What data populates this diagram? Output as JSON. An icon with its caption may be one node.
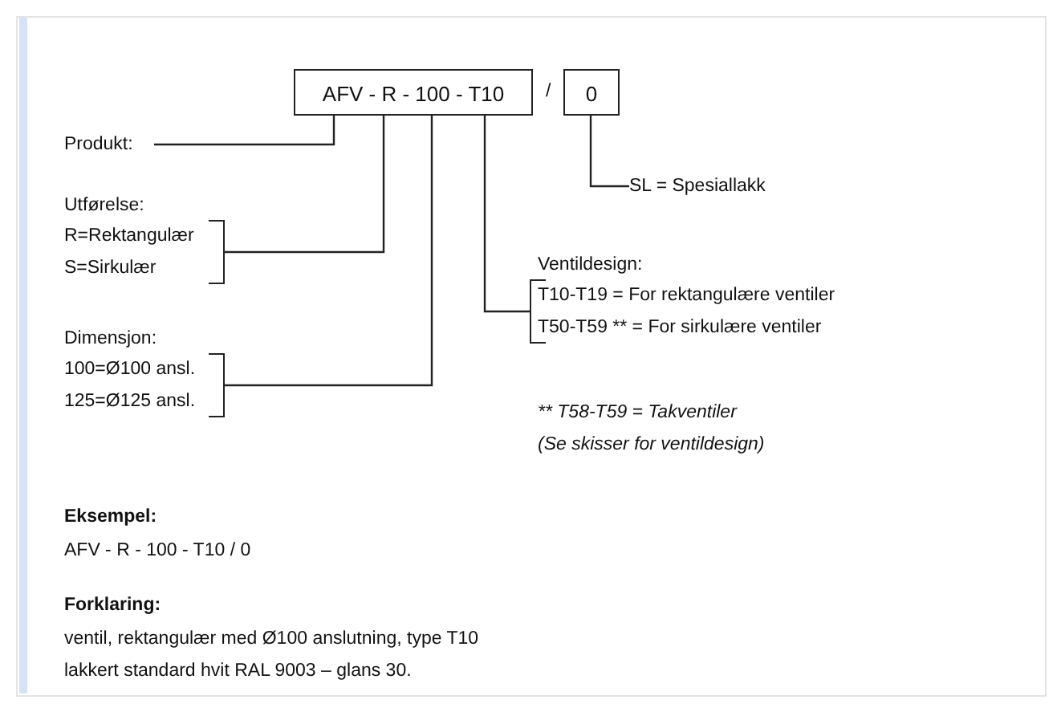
{
  "diagram": {
    "nodes": [
      {
        "text": [
          "AFV - R - 100 - T10"
        ]
      },
      {
        "text": [
          "0"
        ]
      },
      {
        "text": [
          "Produkt:"
        ]
      },
      {
        "text": [
          "Utførelse:",
          "R=Rektangulær",
          "S=Sirkulær"
        ]
      },
      {
        "text": [
          "Dimensjon:",
          "100=Ø100 ansl.",
          "125=Ø125 ansl."
        ]
      },
      {
        "text": [
          "Ventildesign:",
          "T10-T19 = For rektangulære ventiler",
          "T50-T59 ** = For sirkulære ventiler"
        ]
      },
      {
        "text": [
          "SL = Spesiallakk"
        ]
      }
    ],
    "edges": [
      {
        "from": 0,
        "to": 2,
        "arrow": "none"
      },
      {
        "from": 0,
        "to": 3,
        "arrow": "none"
      },
      {
        "from": 0,
        "to": 4,
        "arrow": "none"
      },
      {
        "from": 0,
        "to": 5,
        "arrow": "none"
      },
      {
        "from": 1,
        "to": 6,
        "arrow": "none"
      }
    ],
    "labels": [
      "/",
      "** T58-T59 = Takventiler",
      "(Se skisser for ventildesign)",
      "Eksempel:",
      "AFV - R - 100 - T10 / 0",
      "Forklaring:",
      "ventil, rektangulær med Ø100 anslutning, type T10 lakkert standard hvit RAL 9003 – glans 30."
    ]
  }
}
